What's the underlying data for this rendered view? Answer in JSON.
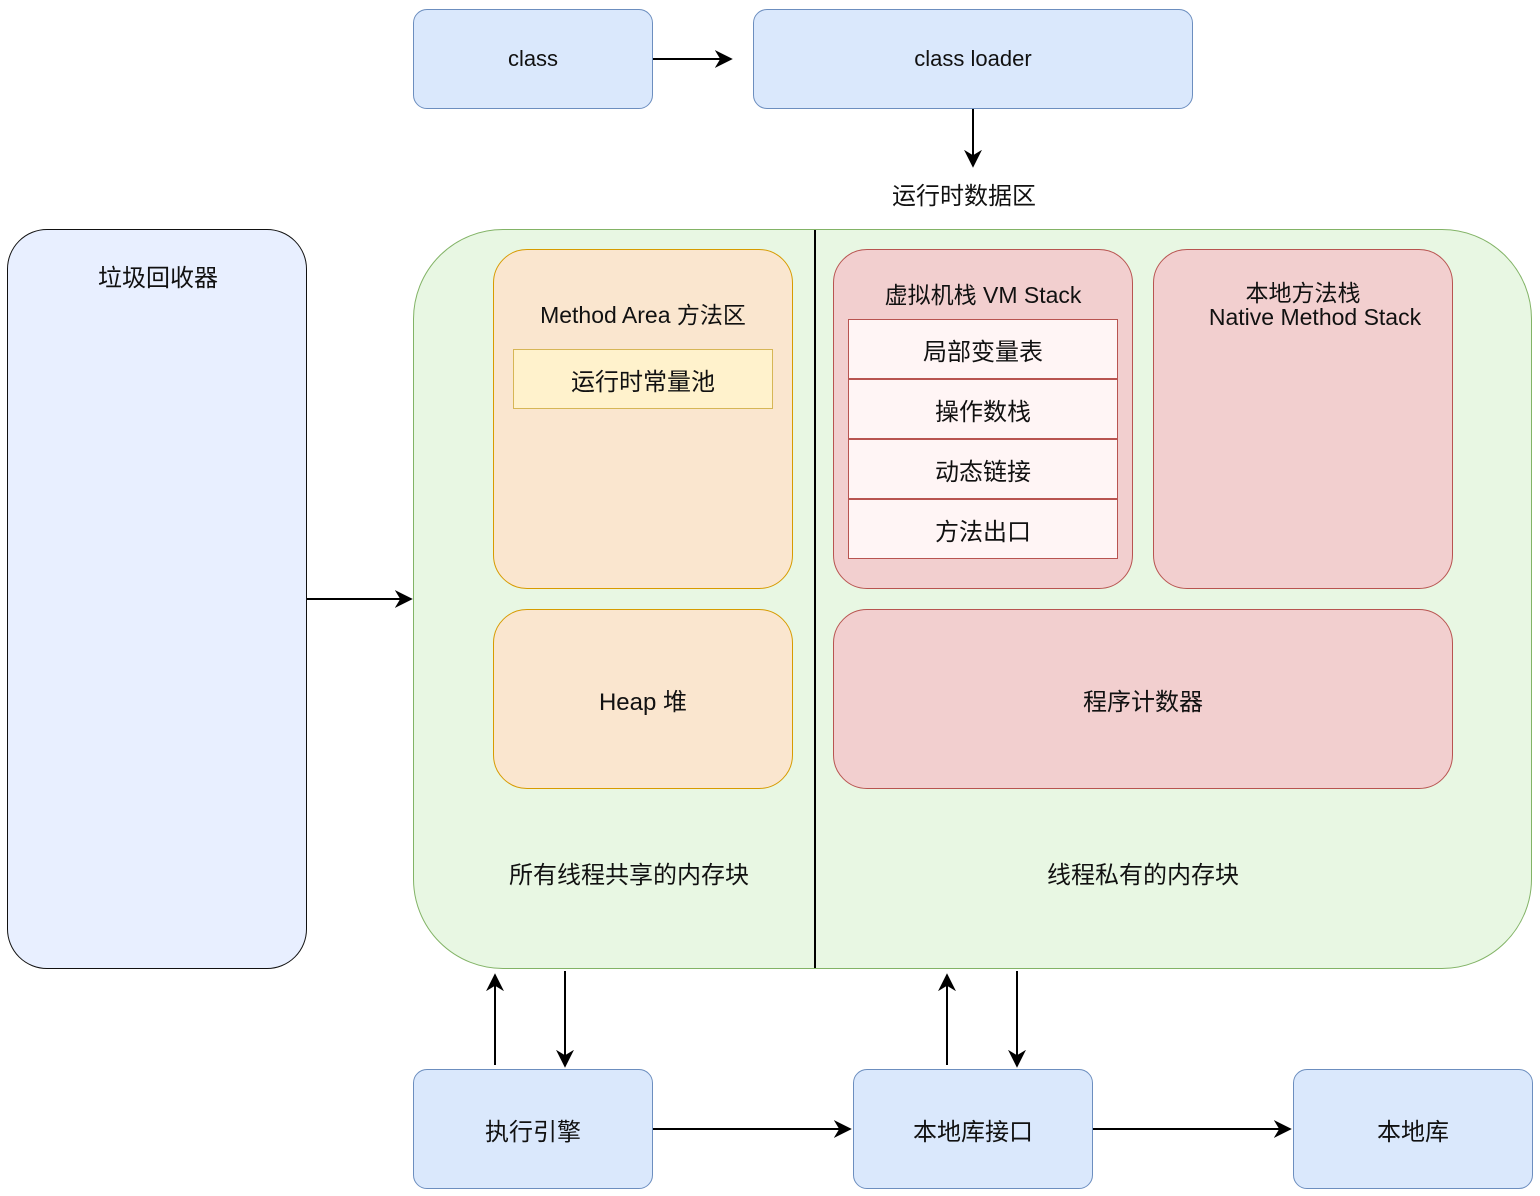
{
  "top": {
    "class_label": "class",
    "class_loader_label": "class loader",
    "runtime_area_label": "运行时数据区"
  },
  "gc": {
    "label": "垃圾回收器"
  },
  "method_area": {
    "title": "Method Area 方法区",
    "constant_pool": "运行时常量池"
  },
  "heap": {
    "label": "Heap 堆"
  },
  "vm_stack": {
    "title": "虚拟机栈 VM Stack",
    "frames": [
      "局部变量表",
      "操作数栈",
      "动态链接",
      "方法出口"
    ]
  },
  "native_stack": {
    "title_line1": "本地方法栈",
    "title_line2": "Native Method Stack"
  },
  "pc_register": {
    "label": "程序计数器"
  },
  "regions": {
    "shared": "所有线程共享的内存块",
    "private": "线程私有的内存块"
  },
  "bottom": {
    "engine": "执行引擎",
    "native_interface": "本地库接口",
    "native_lib": "本地库"
  },
  "colors": {
    "blue_fill": "#dae8fc",
    "green_fill": "#e8f7e3",
    "orange_fill": "#fae6cf",
    "red_fill": "#f2cfcf",
    "yellow_fill": "#fff2cc"
  }
}
